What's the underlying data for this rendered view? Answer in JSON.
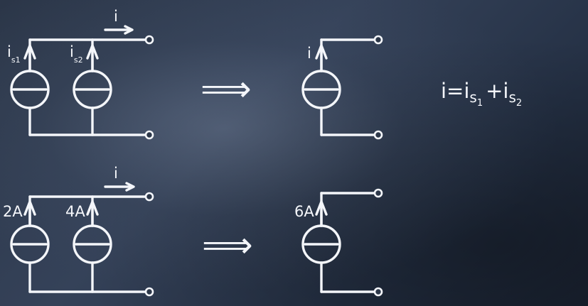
{
  "top_circuit": {
    "current_label": "i",
    "source1_label": "i",
    "source1_sub": "s1",
    "source2_label": "i",
    "source2_sub": "s2",
    "equivalent_label": "i"
  },
  "bottom_circuit": {
    "current_label": "i",
    "source1_label": "2A",
    "source2_label": "4A",
    "equivalent_label": "6A"
  },
  "equation": {
    "lhs": "i=i",
    "sub1": "s",
    "sub1_index": "1",
    "plus": "+i",
    "sub2": "s",
    "sub2_index": "2"
  },
  "implies_symbol": "⟹",
  "colors": {
    "chalk": "#f4f6fa",
    "board": "#2c3749"
  }
}
